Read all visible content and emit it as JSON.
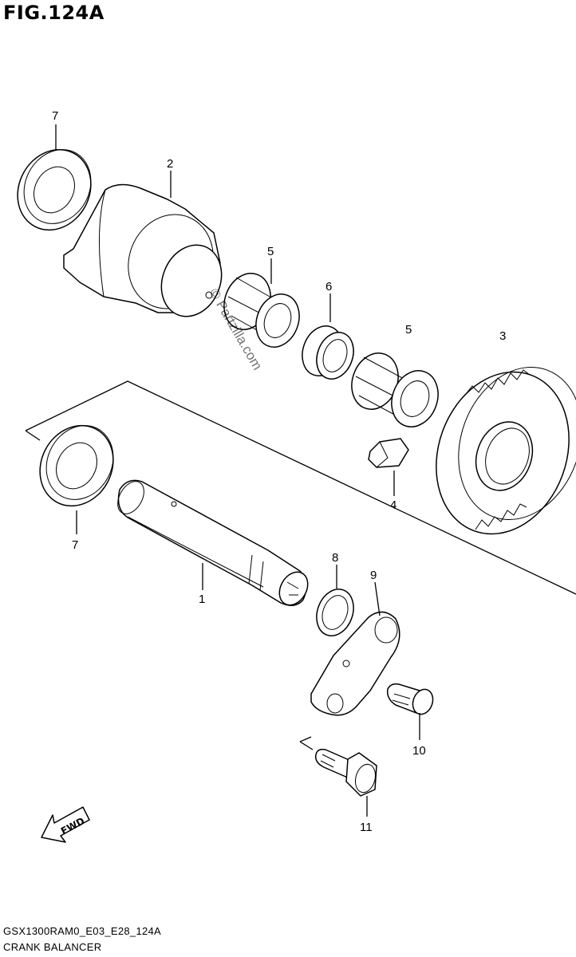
{
  "figure": {
    "title": "FIG.124A"
  },
  "callouts": [
    {
      "num": "1"
    },
    {
      "num": "2"
    },
    {
      "num": "3"
    },
    {
      "num": "4"
    },
    {
      "num": "5"
    },
    {
      "num": "5"
    },
    {
      "num": "6"
    },
    {
      "num": "7"
    },
    {
      "num": "7"
    },
    {
      "num": "8"
    },
    {
      "num": "9"
    },
    {
      "num": "10"
    },
    {
      "num": "11"
    }
  ],
  "watermark": "© Partzilla.com",
  "fwd_label": "FWD",
  "footer": {
    "code": "GSX1300RAM0_E03_E28_124A",
    "name": "CRANK BALANCER"
  }
}
